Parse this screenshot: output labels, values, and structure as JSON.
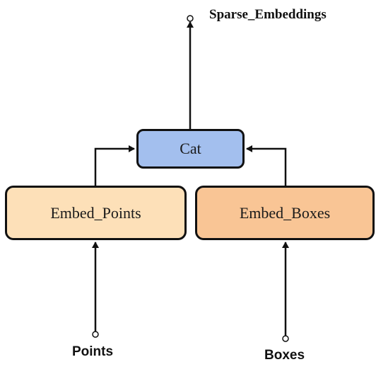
{
  "nodes": {
    "cat": {
      "label": "Cat",
      "color": "#a3bfee"
    },
    "embed_points": {
      "label": "Embed_Points",
      "color": "#fde0b8"
    },
    "embed_boxes": {
      "label": "Embed_Boxes",
      "color": "#f9c595"
    }
  },
  "terminals": {
    "output": {
      "label": "Sparse_Embeddings"
    },
    "points": {
      "label": "Points"
    },
    "boxes": {
      "label": "Boxes"
    }
  },
  "edges": [
    {
      "from": "points",
      "to": "embed_points"
    },
    {
      "from": "boxes",
      "to": "embed_boxes"
    },
    {
      "from": "embed_points",
      "to": "cat"
    },
    {
      "from": "embed_boxes",
      "to": "cat"
    },
    {
      "from": "cat",
      "to": "output"
    }
  ]
}
